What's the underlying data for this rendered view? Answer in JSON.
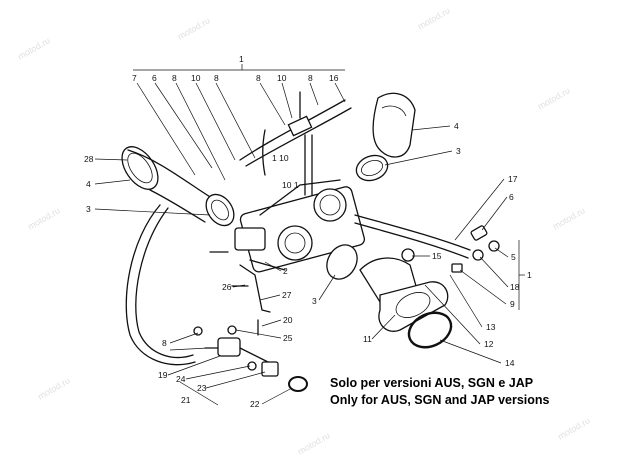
{
  "watermark": "motod.ru",
  "note": {
    "line_it": "Solo per versioni AUS, SGN e JAP",
    "line_en": "Only for AUS, SGN and JAP versions"
  },
  "callouts": {
    "c1_top": "1",
    "c7": "7",
    "c6": "6",
    "c8a": "8",
    "c10a": "10",
    "c8b": "8",
    "c8c": "8",
    "c10b": "10",
    "c8d": "8",
    "c16": "16",
    "c4r": "4",
    "c3r": "3",
    "c28": "28",
    "c4l": "4",
    "c3l": "3",
    "c1_10a": "1 10",
    "c10_1": "10 1",
    "c17": "17",
    "c6r": "6",
    "c5": "5",
    "c1_right": "1",
    "c18": "18",
    "c9": "9",
    "c15": "15",
    "c13": "13",
    "c12": "12",
    "c14": "14",
    "c11": "11",
    "c2": "2",
    "c3m": "3",
    "c26": "26",
    "c27": "27",
    "c20": "20",
    "c25": "25",
    "c8e": "8",
    "c19": "19",
    "c24": "24",
    "c23": "23",
    "c21": "21",
    "c22": "22"
  }
}
